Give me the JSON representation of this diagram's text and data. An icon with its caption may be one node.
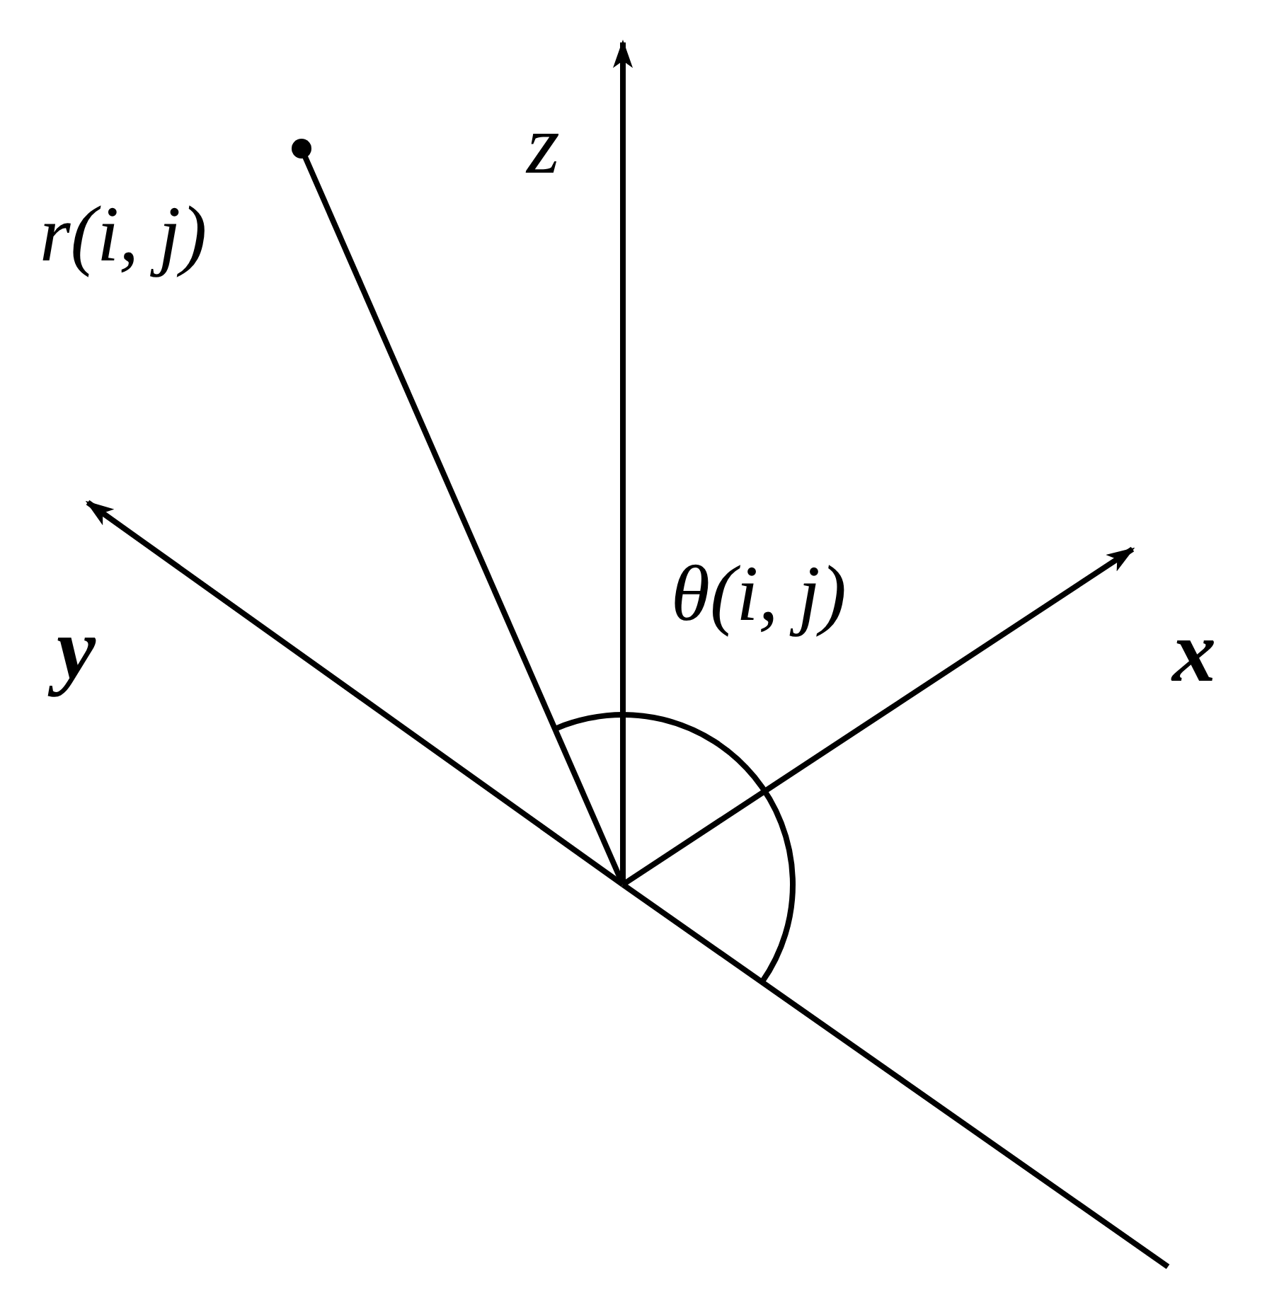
{
  "diagram": {
    "labels": [
      "z",
      "r(i, j)",
      "θ(i, j)",
      "y",
      "x"
    ]
  }
}
